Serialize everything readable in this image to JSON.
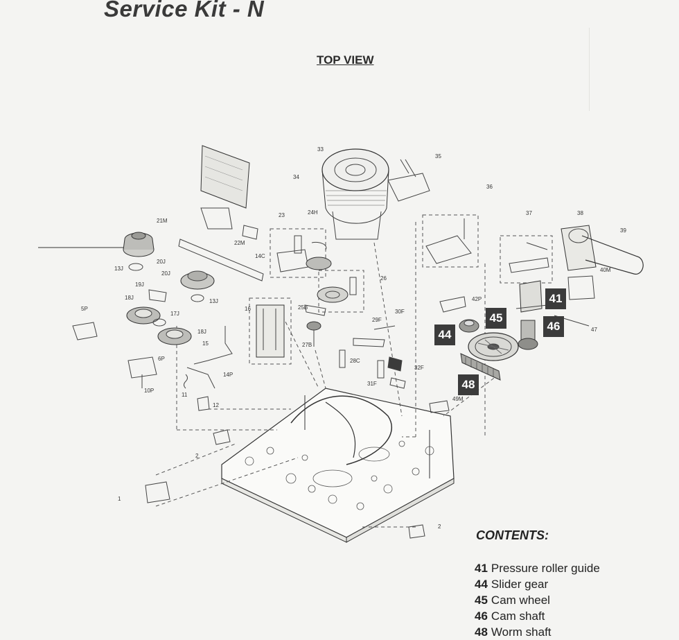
{
  "header": {
    "title": "Service Kit - N",
    "view_label": "TOP VIEW"
  },
  "diagram": {
    "part_labels": [
      "1",
      "2",
      "2",
      "5P",
      "6P",
      "10P",
      "11",
      "12",
      "13J",
      "13J",
      "14P",
      "14C",
      "15",
      "16",
      "17J",
      "18J",
      "18J",
      "19J",
      "20J",
      "20J",
      "21M",
      "22M",
      "23",
      "24H",
      "25B",
      "26",
      "27B",
      "28C",
      "29F",
      "30F",
      "31F",
      "32F",
      "33",
      "34",
      "35",
      "36",
      "37",
      "38",
      "39",
      "40M",
      "42P",
      "47",
      "49M"
    ],
    "highlight_badges": [
      {
        "number": "41"
      },
      {
        "number": "44"
      },
      {
        "number": "45"
      },
      {
        "number": "46"
      },
      {
        "number": "48"
      }
    ]
  },
  "contents": {
    "title": "CONTENTS:",
    "items": [
      {
        "number": "41",
        "label": "Pressure roller guide"
      },
      {
        "number": "44",
        "label": "Slider gear"
      },
      {
        "number": "45",
        "label": "Cam wheel"
      },
      {
        "number": "46",
        "label": "Cam shaft"
      },
      {
        "number": "48",
        "label": "Worm shaft"
      }
    ]
  },
  "colors": {
    "paper": "#f4f4f2",
    "ink": "#222222",
    "badge": "#3b3b3b"
  }
}
